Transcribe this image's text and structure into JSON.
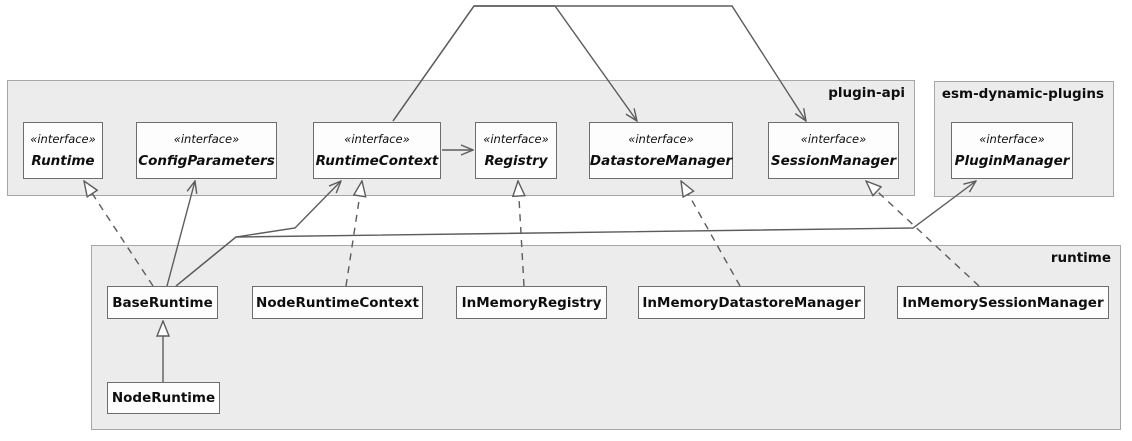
{
  "diagram": {
    "packages": {
      "plugin_api": {
        "label": "plugin-api"
      },
      "esm_dynamic_plugins": {
        "label": "esm-dynamic-plugins"
      },
      "runtime_pkg": {
        "label": "runtime"
      }
    },
    "nodes": {
      "runtime_interface": {
        "stereotype": "«interface»",
        "name": "Runtime"
      },
      "config_parameters": {
        "stereotype": "«interface»",
        "name": "ConfigParameters"
      },
      "runtime_context": {
        "stereotype": "«interface»",
        "name": "RuntimeContext"
      },
      "registry": {
        "stereotype": "«interface»",
        "name": "Registry"
      },
      "datastore_manager": {
        "stereotype": "«interface»",
        "name": "DatastoreManager"
      },
      "session_manager": {
        "stereotype": "«interface»",
        "name": "SessionManager"
      },
      "plugin_manager": {
        "stereotype": "«interface»",
        "name": "PluginManager"
      },
      "base_runtime": {
        "name": "BaseRuntime"
      },
      "node_runtime_context": {
        "name": "NodeRuntimeContext"
      },
      "in_memory_registry": {
        "name": "InMemoryRegistry"
      },
      "in_memory_datastore_manager": {
        "name": "InMemoryDatastoreManager"
      },
      "in_memory_session_manager": {
        "name": "InMemorySessionManager"
      },
      "node_runtime": {
        "name": "NodeRuntime"
      }
    },
    "edges": [
      {
        "from": "BaseRuntime",
        "to": "Runtime",
        "type": "realization"
      },
      {
        "from": "BaseRuntime",
        "to": "ConfigParameters",
        "type": "association"
      },
      {
        "from": "BaseRuntime",
        "to": "RuntimeContext",
        "type": "association"
      },
      {
        "from": "BaseRuntime",
        "to": "PluginManager",
        "type": "association"
      },
      {
        "from": "RuntimeContext",
        "to": "Registry",
        "type": "association"
      },
      {
        "from": "RuntimeContext",
        "to": "DatastoreManager",
        "type": "association"
      },
      {
        "from": "RuntimeContext",
        "to": "SessionManager",
        "type": "association"
      },
      {
        "from": "NodeRuntimeContext",
        "to": "RuntimeContext",
        "type": "realization"
      },
      {
        "from": "InMemoryRegistry",
        "to": "Registry",
        "type": "realization"
      },
      {
        "from": "InMemoryDatastoreManager",
        "to": "DatastoreManager",
        "type": "realization"
      },
      {
        "from": "InMemorySessionManager",
        "to": "SessionManager",
        "type": "realization"
      },
      {
        "from": "NodeRuntime",
        "to": "BaseRuntime",
        "type": "generalization"
      }
    ],
    "colors": {
      "package_fill": "#ececec",
      "package_border": "#a6a6a6",
      "node_fill": "#fdfdfd",
      "node_border": "#6d6d6d",
      "edge": "#5c5c5c",
      "text": "#0e0e0e"
    }
  }
}
